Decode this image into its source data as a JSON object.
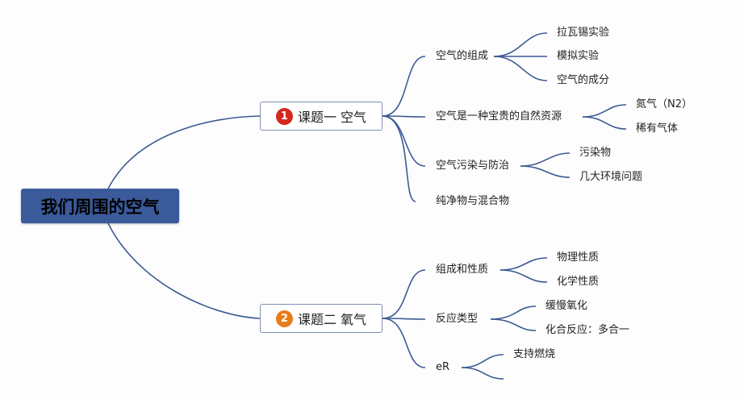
{
  "root": {
    "label": "我们周围的空气"
  },
  "branches": [
    {
      "badge": "1",
      "label": "课题一 空气",
      "children": [
        {
          "label": "空气的组成",
          "children": [
            "拉瓦锡实验",
            "模拟实验",
            "空气的成分"
          ]
        },
        {
          "label": "空气是一种宝贵的自然资源",
          "children": [
            "氮气（N2）",
            "稀有气体"
          ]
        },
        {
          "label": "空气污染与防治",
          "children": [
            "污染物",
            "几大环境问题"
          ]
        },
        {
          "label": "纯净物与混合物",
          "children": []
        }
      ]
    },
    {
      "badge": "2",
      "label": "课题二 氧气",
      "children": [
        {
          "label": "组成和性质",
          "children": [
            "物理性质",
            "化学性质"
          ]
        },
        {
          "label": "反应类型",
          "children": [
            "缓慢氧化",
            "化合反应：多合一"
          ]
        },
        {
          "label": "eR",
          "children": [
            "支持燃烧",
            ""
          ]
        }
      ]
    }
  ],
  "colors": {
    "root_fill": "#3a5a9a",
    "line": "#3d5a94",
    "badge1": "#d4281d",
    "badge2": "#e87b1c"
  }
}
